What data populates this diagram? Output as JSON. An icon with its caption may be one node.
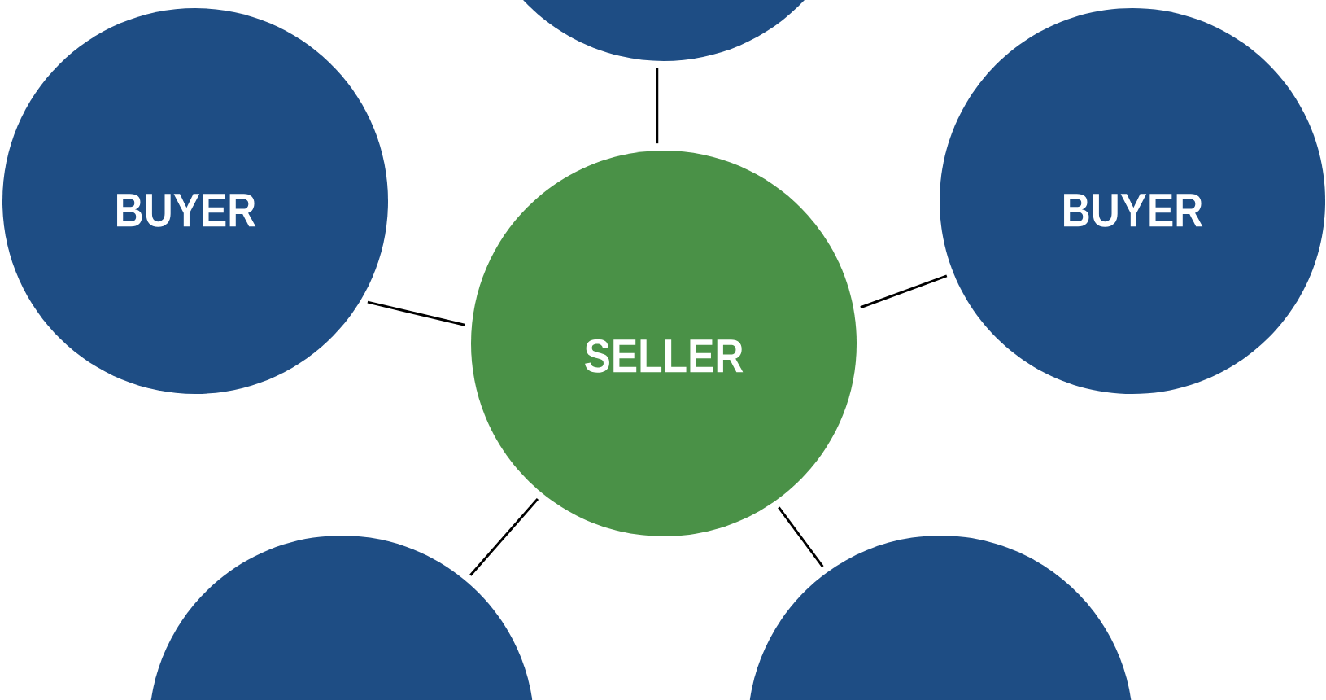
{
  "diagram": {
    "nodes": [
      {
        "text": [],
        "shape": "circle"
      },
      {
        "text": [
          "BUYER"
        ]
      },
      {
        "text": [
          "BUYER"
        ]
      },
      {
        "text": [
          "SELLER"
        ]
      },
      {
        "text": [],
        "shape": "circle"
      },
      {
        "text": [],
        "shape": "circle"
      }
    ],
    "edges": [
      {
        "from": 3,
        "to": 0,
        "arrow": "none"
      },
      {
        "from": 3,
        "to": 1,
        "arrow": "none"
      },
      {
        "from": 3,
        "to": 2,
        "arrow": "none"
      },
      {
        "from": 3,
        "to": 4,
        "arrow": "none"
      },
      {
        "from": 3,
        "to": 5,
        "arrow": "none"
      }
    ]
  }
}
